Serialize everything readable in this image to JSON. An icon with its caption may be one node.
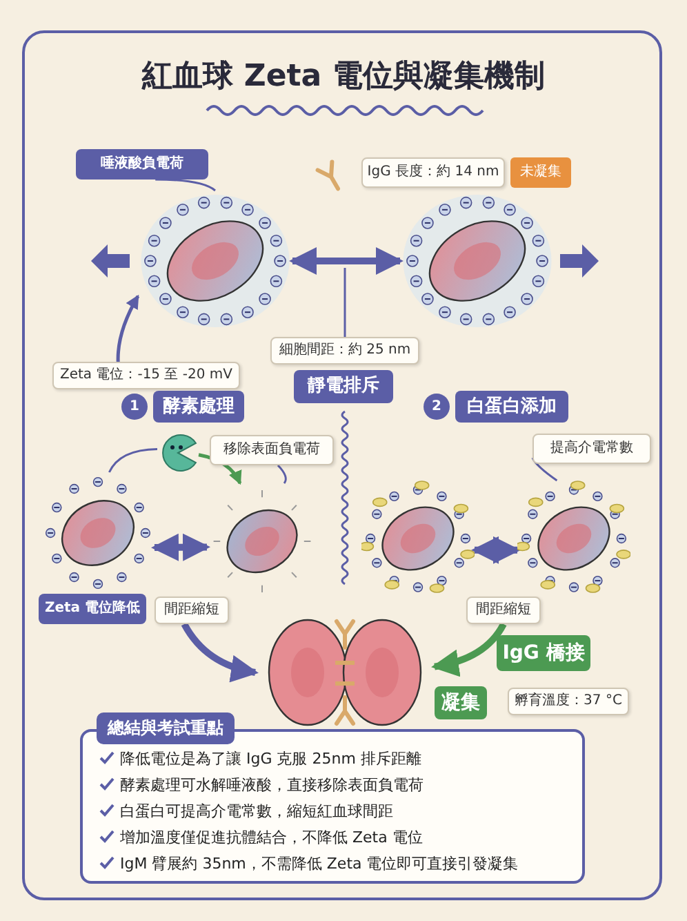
{
  "diagram": {
    "title": "紅血球 Zeta 電位與凝集機制",
    "nodes": [
      {
        "text": [
          "唾液酸負電荷"
        ]
      },
      {
        "text": [
          "IgG 長度：約 14 nm"
        ]
      },
      {
        "text": [
          "未凝集"
        ]
      },
      {
        "text": [],
        "shape": "picture"
      },
      {
        "text": [],
        "shape": "picture"
      },
      {
        "text": [
          "細胞間距：約 25 nm"
        ]
      },
      {
        "text": [
          "Zeta 電位：-15 至 -20 mV"
        ]
      },
      {
        "text": [
          "靜電排斥"
        ]
      },
      {
        "text": [
          "1"
        ]
      },
      {
        "text": [
          "酵素處理"
        ]
      },
      {
        "text": [
          "2"
        ]
      },
      {
        "text": [
          "白蛋白添加"
        ]
      },
      {
        "text": [],
        "shape": "picture"
      },
      {
        "text": [
          "移除表面負電荷"
        ]
      },
      {
        "text": [
          "提高介電常數"
        ]
      },
      {
        "text": [],
        "shape": "picture"
      },
      {
        "text": [],
        "shape": "picture"
      },
      {
        "text": [],
        "shape": "picture"
      },
      {
        "text": [],
        "shape": "picture"
      },
      {
        "text": [
          "Zeta 電位降低"
        ]
      },
      {
        "text": [
          "間距縮短"
        ]
      },
      {
        "text": [
          "間距縮短"
        ]
      },
      {
        "text": [],
        "shape": "picture"
      },
      {
        "text": [
          "IgG 橋接"
        ]
      },
      {
        "text": [
          "凝集"
        ]
      },
      {
        "text": [
          "孵育溫度：37 °C"
        ]
      },
      {
        "text": [
          "總結與考試重點",
          "降低電位是為了讓 IgG 克服 25nm 排斥距離",
          "酵素處理可水解唾液酸，直接移除表面負電荷",
          "白蛋白可提高介電常數，縮短紅血球間距",
          "增加溫度僅促進抗體結合，不降低 Zeta 電位",
          "IgM 臂展約 35nm，不需降低 Zeta 電位即可直接引發凝集"
        ]
      }
    ],
    "edges": [
      {
        "from": 0,
        "to": 3,
        "arrow": "none"
      },
      {
        "from": 3,
        "to": 4,
        "arrow": "both",
        "style": "thick"
      },
      {
        "from": 5,
        "to": null,
        "arrow": "none"
      },
      {
        "from": 6,
        "to": 3,
        "arrow": "to"
      },
      {
        "from": 15,
        "to": 12,
        "arrow": "none"
      },
      {
        "from": 12,
        "to": 16,
        "arrow": "to",
        "color": "#4c9a52"
      },
      {
        "from": 13,
        "to": 16,
        "arrow": "none"
      },
      {
        "from": 15,
        "to": 16,
        "arrow": "both",
        "style": "thick"
      },
      {
        "from": 14,
        "to": 18,
        "arrow": "none"
      },
      {
        "from": 17,
        "to": 18,
        "arrow": "both",
        "style": "thick"
      },
      {
        "from": 20,
        "to": 22,
        "arrow": "to",
        "style": "thick"
      },
      {
        "from": 21,
        "to": 22,
        "arrow": "to",
        "style": "thick",
        "color": "#4c9a52"
      }
    ]
  }
}
